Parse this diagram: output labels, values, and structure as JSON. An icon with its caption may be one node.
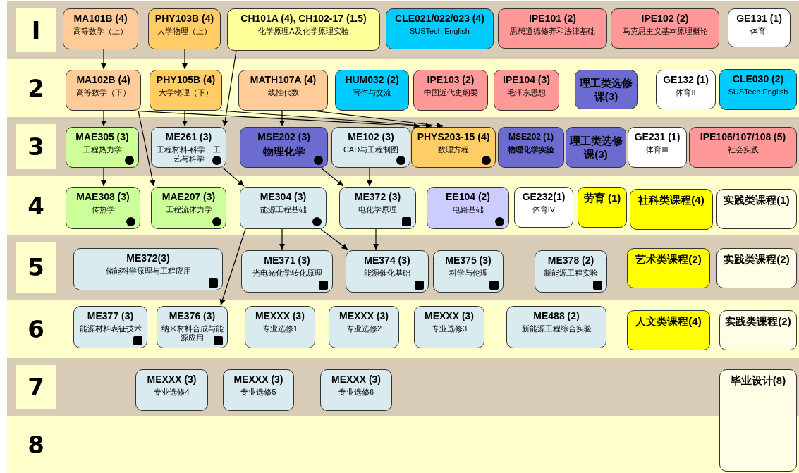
{
  "diagram": {
    "nodes": [
      {
        "text": [
          "MA101B (4)",
          "高等数学（上）"
        ]
      },
      {
        "text": [
          "PHY103B (4)",
          "大学物理（上）"
        ]
      },
      {
        "text": [
          "CH101A (4), CH102-17 (1.5)",
          "化学原理A及化学原理实验"
        ]
      },
      {
        "text": [
          "CLE021/022/023 (4)",
          "SUSTech English"
        ]
      },
      {
        "text": [
          "IPE101 (2)",
          "思想道德修养和法律基础"
        ]
      },
      {
        "text": [
          "IPE102 (2)",
          "马克思主义基本原理概论"
        ]
      },
      {
        "text": [
          "GE131 (1)",
          "体育I"
        ]
      },
      {
        "text": [
          "MA102B (4)",
          "高等数学（下）"
        ]
      },
      {
        "text": [
          "PHY105B (4)",
          "大学物理（下）"
        ]
      },
      {
        "text": [
          "MATH107A (4)",
          "线性代数"
        ]
      },
      {
        "text": [
          "HUM032 (2)",
          "写作与交流"
        ]
      },
      {
        "text": [
          "IPE103 (2)",
          "中国近代史纲要"
        ]
      },
      {
        "text": [
          "IPE104 (3)",
          "毛泽东思想"
        ]
      },
      {
        "text": [
          "理工类选修课(3)"
        ]
      },
      {
        "text": [
          "GE132 (1)",
          "体育II"
        ]
      },
      {
        "text": [
          "CLE030 (2)",
          "SUSTech English"
        ]
      },
      {
        "text": [
          "MAE305 (3)",
          "工程热力学"
        ]
      },
      {
        "text": [
          "ME261 (3)",
          "工程材料-科学、工艺与科学"
        ]
      },
      {
        "text": [
          "MSE202 (3)",
          "物理化学"
        ]
      },
      {
        "text": [
          "ME102 (3)",
          "CAD与工程制图"
        ]
      },
      {
        "text": [
          "PHYS203-15 (4)",
          "数理方程"
        ]
      },
      {
        "text": [
          "MSE202 (1)",
          "物理化学实验"
        ]
      },
      {
        "text": [
          "理工类选修课(3)"
        ]
      },
      {
        "text": [
          "GE231 (1)",
          "体育III"
        ]
      },
      {
        "text": [
          "IPE106/107/108 (5)",
          "社会实践"
        ]
      },
      {
        "text": [
          "MAE308 (3)",
          "传热学"
        ]
      },
      {
        "text": [
          "MAE207 (3)",
          "工程流体力学"
        ]
      },
      {
        "text": [
          "ME304 (3)",
          "能源工程基础"
        ]
      },
      {
        "text": [
          "ME372 (3)",
          "电化学原理"
        ]
      },
      {
        "text": [
          "EE104 (2)",
          "电路基础"
        ]
      },
      {
        "text": [
          "GE232(1)",
          "体育IV"
        ]
      },
      {
        "text": [
          "劳育 (1)"
        ]
      },
      {
        "text": [
          "社科类课程(4)"
        ]
      },
      {
        "text": [
          "实践类课程(1)"
        ]
      },
      {
        "text": [
          "ME372(3)",
          "储能科学原理与工程应用"
        ]
      },
      {
        "text": [
          "ME371 (3)",
          "光电光化学转化原理"
        ]
      },
      {
        "text": [
          "ME374 (3)",
          "能源催化基础"
        ]
      },
      {
        "text": [
          "ME375 (3)",
          "科学与伦理"
        ]
      },
      {
        "text": [
          "ME378 (2)",
          "新能源工程实验"
        ]
      },
      {
        "text": [
          "艺术类课程(2)"
        ]
      },
      {
        "text": [
          "实践类课程(2)"
        ]
      },
      {
        "text": [
          "ME377 (3)",
          "能源材料表征技术"
        ]
      },
      {
        "text": [
          "ME376 (3)",
          "纳米材料合成与能源应用"
        ]
      },
      {
        "text": [
          "MEXXX (3)",
          "专业选修1"
        ]
      },
      {
        "text": [
          "MEXXX (3)",
          "专业选修2"
        ]
      },
      {
        "text": [
          "MEXXX (3)",
          "专业选修3"
        ]
      },
      {
        "text": [
          "ME488 (2)",
          "新能源工程综合实验"
        ]
      },
      {
        "text": [
          "人文类课程(4)"
        ]
      },
      {
        "text": [
          "实践类课程(2)"
        ]
      },
      {
        "text": [
          "MEXXX (3)",
          "专业选修4"
        ]
      },
      {
        "text": [
          "MEXXX (3)",
          "专业选修5"
        ]
      },
      {
        "text": [
          "MEXXX (3)",
          "专业选修6"
        ]
      },
      {
        "text": [
          "毕业设计(8)"
        ]
      }
    ],
    "edges": [
      {
        "from": 0,
        "to": 7,
        "arrow": "to"
      },
      {
        "from": 1,
        "to": 8,
        "arrow": "to"
      },
      {
        "from": 2,
        "to": 17,
        "arrow": "to"
      },
      {
        "from": 7,
        "to": 16,
        "arrow": "to"
      },
      {
        "from": 8,
        "to": 17,
        "arrow": "to"
      },
      {
        "from": 9,
        "to": 18,
        "arrow": "to"
      },
      {
        "from": 7,
        "to": 20,
        "arrow": "to"
      },
      {
        "from": 8,
        "to": 20,
        "arrow": "to"
      },
      {
        "from": 9,
        "to": 20,
        "arrow": "to"
      },
      {
        "from": 7,
        "to": 26,
        "arrow": "to"
      },
      {
        "from": 16,
        "to": 25,
        "arrow": "to"
      },
      {
        "from": 17,
        "to": 27,
        "arrow": "to"
      },
      {
        "from": 18,
        "to": 28,
        "arrow": "to"
      },
      {
        "from": 19,
        "to": 28,
        "arrow": "to"
      },
      {
        "from": 27,
        "to": 35,
        "arrow": "to"
      },
      {
        "from": 27,
        "to": 36,
        "arrow": "to"
      },
      {
        "from": 28,
        "to": 36,
        "arrow": "to"
      },
      {
        "from": 27,
        "to": 42,
        "arrow": "to"
      }
    ],
    "labels": [
      "I",
      "2",
      "3",
      "4",
      "5",
      "6",
      "7",
      "8"
    ]
  }
}
